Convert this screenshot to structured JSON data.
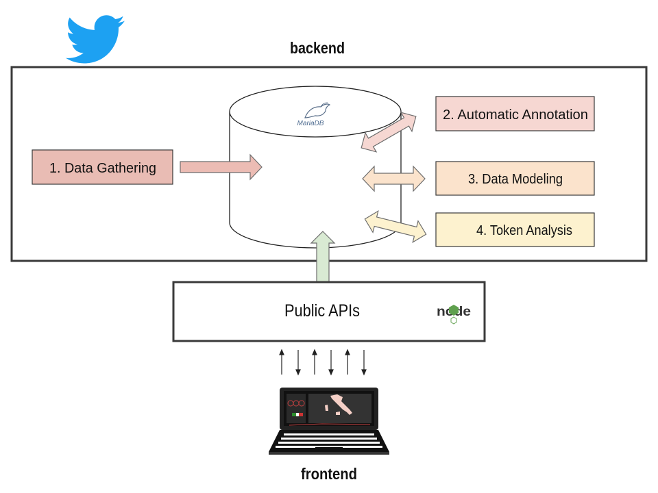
{
  "labels": {
    "backend": "backend",
    "frontend": "frontend",
    "public_apis": "Public APIs",
    "mariadb_logo_text": "MariaDB",
    "node_logo_text": "node"
  },
  "modules": [
    {
      "label": "1. Data Gathering",
      "fill": "#e9bcb4"
    },
    {
      "label": "2. Automatic Annotation",
      "fill": "#f6d7d2"
    },
    {
      "label": "3. Data Modeling",
      "fill": "#fbe3cc"
    },
    {
      "label": "4. Token Analysis",
      "fill": "#fdf2cf"
    }
  ],
  "colors": {
    "twitter_blue": "#1da1f2",
    "arrow_in_blue": "#cfe2f3",
    "arrow_pink": "#ecbcb4",
    "arrow_green": "#d9ead3",
    "arrow_peach": "#fbe3cc",
    "arrow_yellow": "#fdf2cf",
    "node_green": "#5fa04e"
  },
  "icons": {
    "source": "twitter-bird-icon",
    "database": "mariadb-logo",
    "api_runtime": "nodejs-logo",
    "client": "laptop-icon"
  }
}
